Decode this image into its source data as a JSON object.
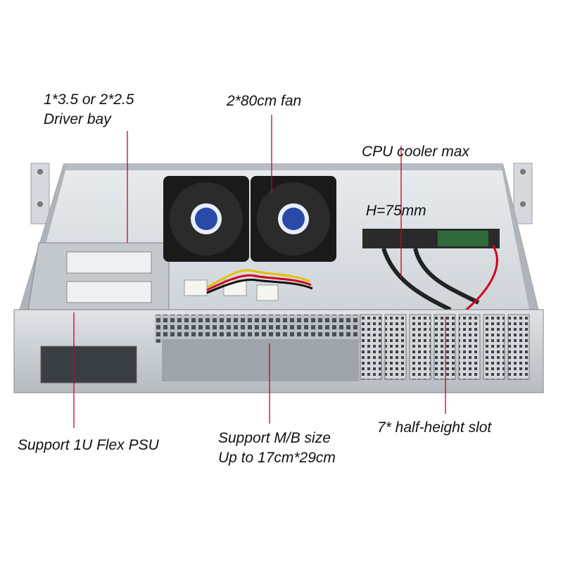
{
  "annotations": {
    "drive_bay": {
      "line1": "1*3.5 or 2*2.5",
      "line2": "Driver bay"
    },
    "fans": {
      "text": "2*80cm fan"
    },
    "cpu_cooler": {
      "line1": "CPU cooler max",
      "line2": " H=75mm"
    },
    "psu": {
      "text": "Support 1U Flex PSU"
    },
    "motherboard": {
      "line1": "Support M/B size",
      "line2": "Up to 17cm*29cm"
    },
    "slots": {
      "text": "7* half-height slot"
    }
  },
  "colors": {
    "leader_line": "#d0021b",
    "chassis_metal": "#c8ccd1",
    "chassis_dark": "#8a9096",
    "fan_body": "#1a1a1a",
    "fan_label": "#2a4aa8"
  }
}
